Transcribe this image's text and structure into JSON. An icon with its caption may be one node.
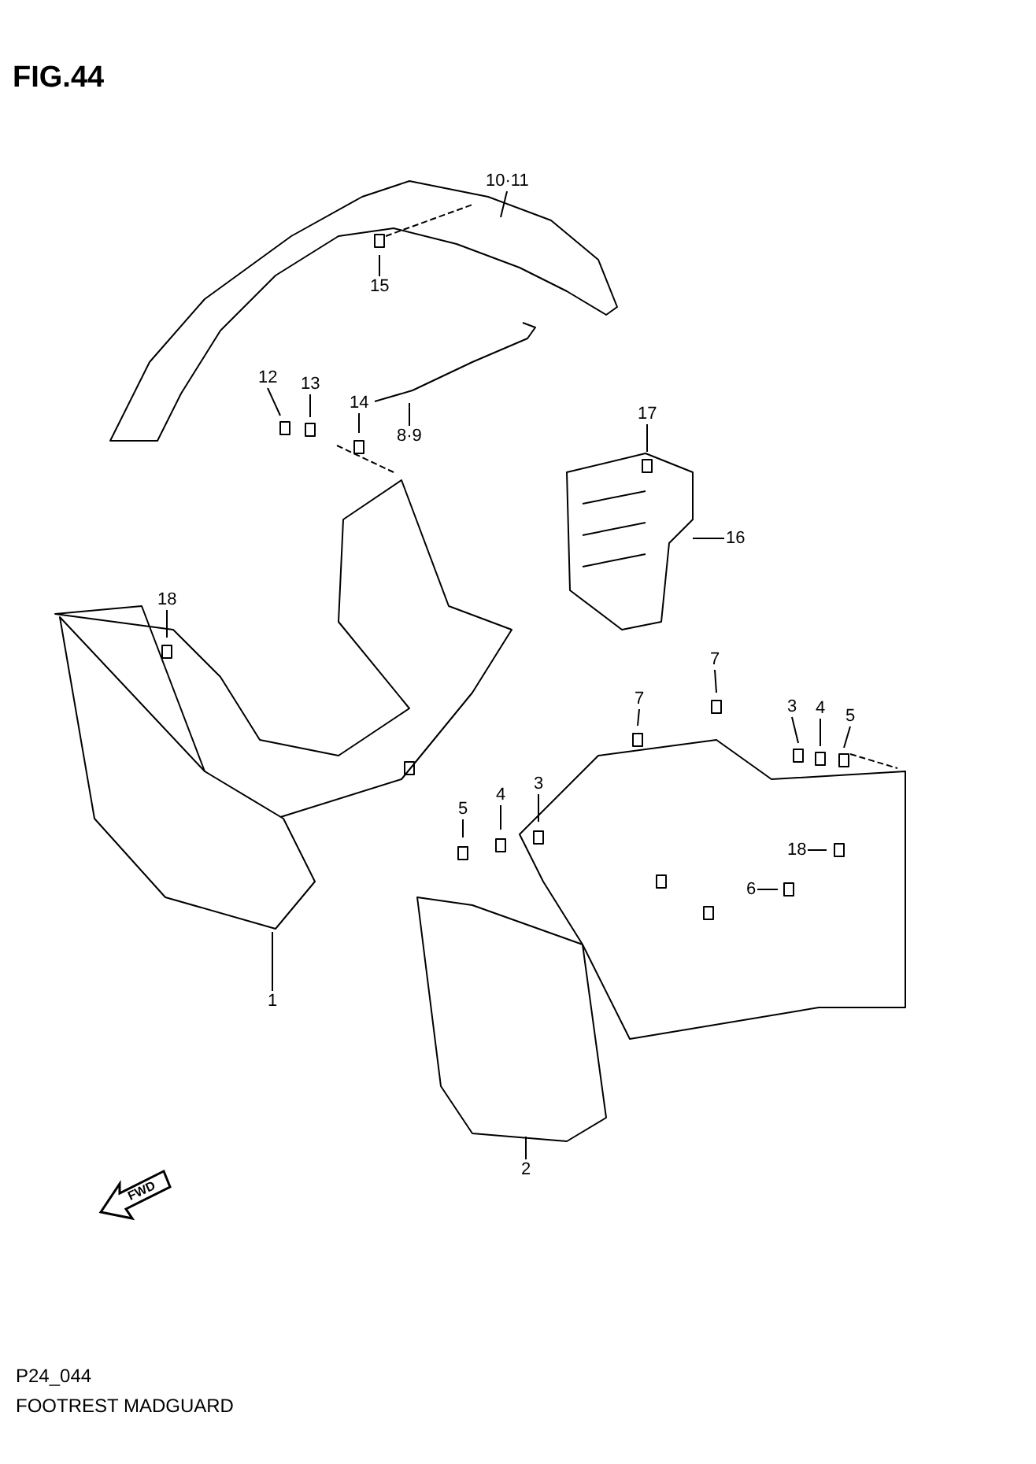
{
  "diagram": {
    "title": "FIG.44",
    "nodes": [
      {
        "text": [
          "10·11"
        ]
      },
      {
        "text": [
          "15"
        ]
      },
      {
        "text": [
          "12"
        ]
      },
      {
        "text": [
          "13"
        ]
      },
      {
        "text": [
          "14"
        ]
      },
      {
        "text": [
          "8·9"
        ]
      },
      {
        "text": [
          "17"
        ]
      },
      {
        "text": [
          "16"
        ]
      },
      {
        "text": [
          "18"
        ]
      },
      {
        "text": [
          "1"
        ]
      },
      {
        "text": [
          "7"
        ]
      },
      {
        "text": [
          "7"
        ]
      },
      {
        "text": [
          "3"
        ]
      },
      {
        "text": [
          "4"
        ]
      },
      {
        "text": [
          "5"
        ]
      },
      {
        "text": [
          "5"
        ]
      },
      {
        "text": [
          "4"
        ]
      },
      {
        "text": [
          "3"
        ]
      },
      {
        "text": [
          "18"
        ]
      },
      {
        "text": [
          "6"
        ]
      },
      {
        "text": [
          "2"
        ]
      }
    ],
    "edges": [
      {
        "from": 0,
        "to": null,
        "arrow": "none"
      },
      {
        "from": 1,
        "to": null,
        "arrow": "none"
      },
      {
        "from": 2,
        "to": null,
        "arrow": "none"
      },
      {
        "from": 3,
        "to": null,
        "arrow": "none"
      },
      {
        "from": 4,
        "to": null,
        "arrow": "none"
      },
      {
        "from": 5,
        "to": null,
        "arrow": "none"
      },
      {
        "from": 6,
        "to": null,
        "arrow": "none"
      },
      {
        "from": 7,
        "to": null,
        "arrow": "none"
      },
      {
        "from": 8,
        "to": null,
        "arrow": "none"
      },
      {
        "from": 9,
        "to": null,
        "arrow": "none"
      },
      {
        "from": 10,
        "to": null,
        "arrow": "none"
      },
      {
        "from": 11,
        "to": null,
        "arrow": "none"
      },
      {
        "from": 12,
        "to": null,
        "arrow": "none"
      },
      {
        "from": 13,
        "to": null,
        "arrow": "none"
      },
      {
        "from": 14,
        "to": null,
        "arrow": "none"
      },
      {
        "from": 15,
        "to": null,
        "arrow": "none"
      },
      {
        "from": 16,
        "to": null,
        "arrow": "none"
      },
      {
        "from": 17,
        "to": null,
        "arrow": "none"
      },
      {
        "from": 18,
        "to": null,
        "arrow": "none"
      },
      {
        "from": 19,
        "to": null,
        "arrow": "none"
      },
      {
        "from": 20,
        "to": null,
        "arrow": "none"
      }
    ],
    "labels": [
      "FWD",
      "P24_044",
      "FOOTREST MADGUARD"
    ]
  }
}
